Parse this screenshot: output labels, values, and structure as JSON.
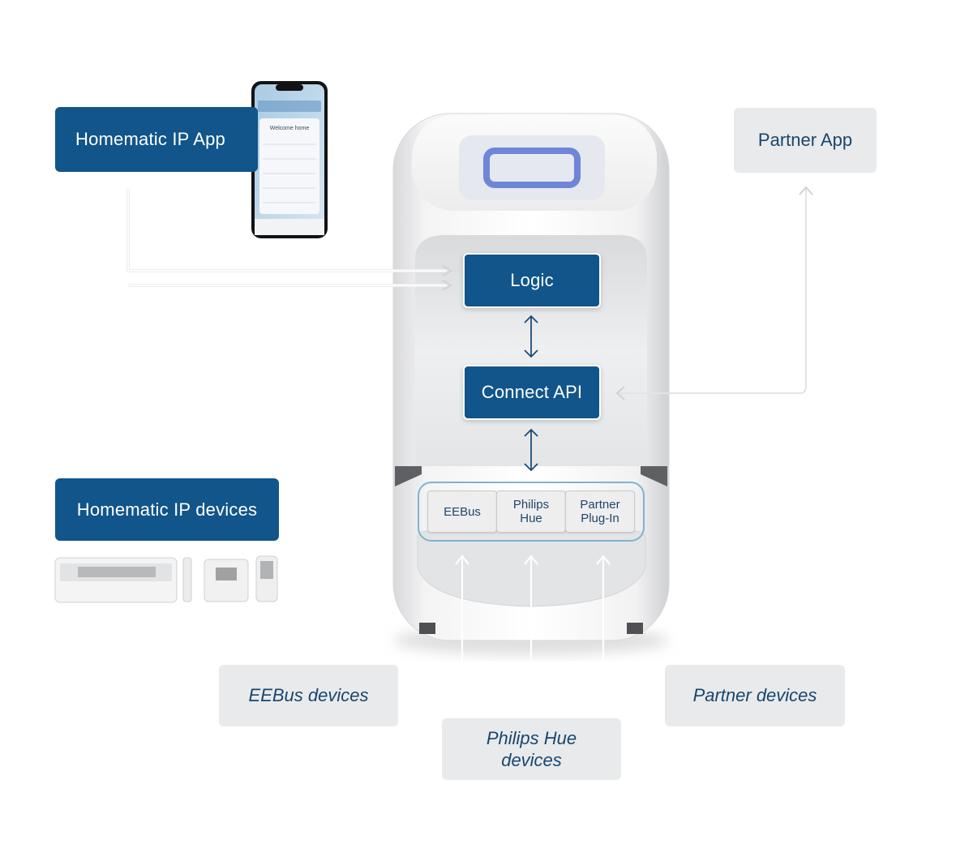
{
  "app_box": {
    "label": "Homematic IP App"
  },
  "partner_app_box": {
    "label": "Partner App"
  },
  "logic_box": {
    "label": "Logic"
  },
  "connect_api_box": {
    "label": "Connect API"
  },
  "devices_box": {
    "label": "Homematic IP devices"
  },
  "plugins": [
    {
      "label": "EEBus"
    },
    {
      "label": "Philips\nHue"
    },
    {
      "label": "Partner\nPlug-In"
    }
  ],
  "external_devices": [
    {
      "label": "EEBus devices"
    },
    {
      "label": "Philips Hue devices"
    },
    {
      "label": "Partner devices"
    }
  ],
  "phone_screen": {
    "greeting": "Welcome home"
  },
  "colors": {
    "primary_blue": "#11558a",
    "grey_box": "#e9eaeb",
    "grey_text": "#17466f",
    "led_ring": "#6d86d8"
  }
}
